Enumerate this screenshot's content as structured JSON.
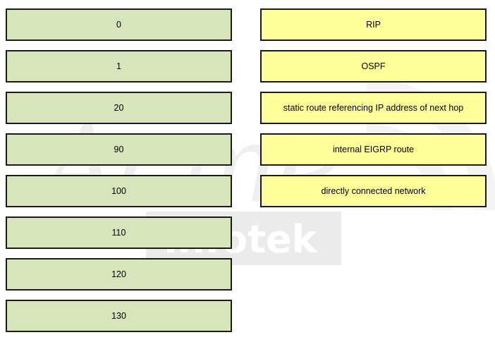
{
  "watermark": {
    "line1": "Acme",
    "line2": "Infotek"
  },
  "colors": {
    "left_fill": "#d8e4bc",
    "right_fill": "#ffff99",
    "border": "#1a1a1a"
  },
  "left_items": [
    {
      "label": "0"
    },
    {
      "label": "1"
    },
    {
      "label": "20"
    },
    {
      "label": "90"
    },
    {
      "label": "100"
    },
    {
      "label": "110"
    },
    {
      "label": "120"
    },
    {
      "label": "130"
    }
  ],
  "right_items": [
    {
      "label": "RIP"
    },
    {
      "label": "OSPF"
    },
    {
      "label": "static route referencing IP address of next hop"
    },
    {
      "label": "internal EIGRP route"
    },
    {
      "label": "directly connected network"
    }
  ]
}
